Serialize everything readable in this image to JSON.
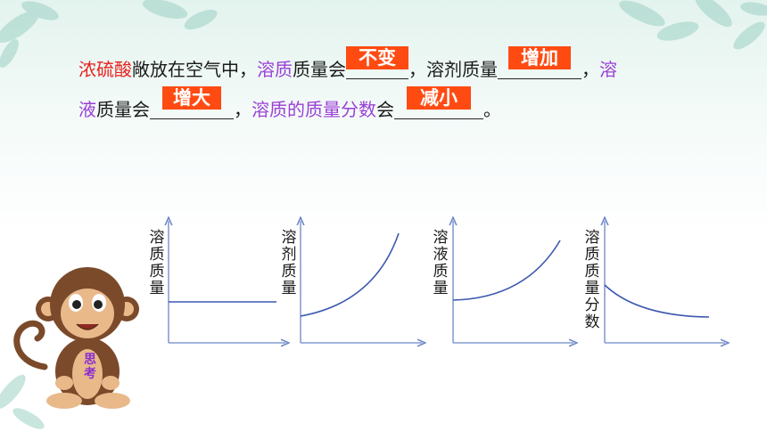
{
  "line1": {
    "s1": "浓硫酸",
    "s2": "敞放在空气中，",
    "s3": "溶质",
    "s4": "质量会",
    "ans1": "不变",
    "s5": "，溶剂质量",
    "ans2": "增加",
    "s6": "，",
    "s7": "溶"
  },
  "line2": {
    "s1": "液",
    "s2": "质量会",
    "ans3": "增大",
    "s3": "，",
    "s4": "溶质的质量分数",
    "s5": "会",
    "ans4": "减小",
    "s6": "。"
  },
  "graphs": [
    {
      "ylabel": "溶质质量",
      "trend": "constant"
    },
    {
      "ylabel": "溶剂质量",
      "trend": "increasing"
    },
    {
      "ylabel": "溶液质量",
      "trend": "increasing"
    },
    {
      "ylabel": "溶质质量分数",
      "trend": "decreasing"
    }
  ],
  "badge": {
    "text": "思考"
  },
  "colors": {
    "answer_bg": "#ff4b12",
    "highlight_red": "#e8201c",
    "highlight_purple": "#9a3fd6",
    "curve": "#3b58b0"
  }
}
